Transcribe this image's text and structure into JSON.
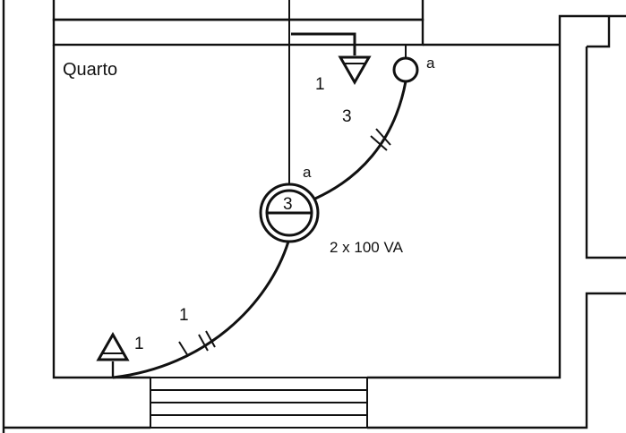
{
  "room": {
    "name": "Quarto"
  },
  "circuits": {
    "upper_outlet": "1",
    "switch_wires": "3",
    "lower_wires": "1",
    "lower_outlet": "1"
  },
  "switch": {
    "label": "a"
  },
  "lamp": {
    "circuit": "3",
    "switch_label": "a",
    "power": "2 x 100 VA"
  }
}
